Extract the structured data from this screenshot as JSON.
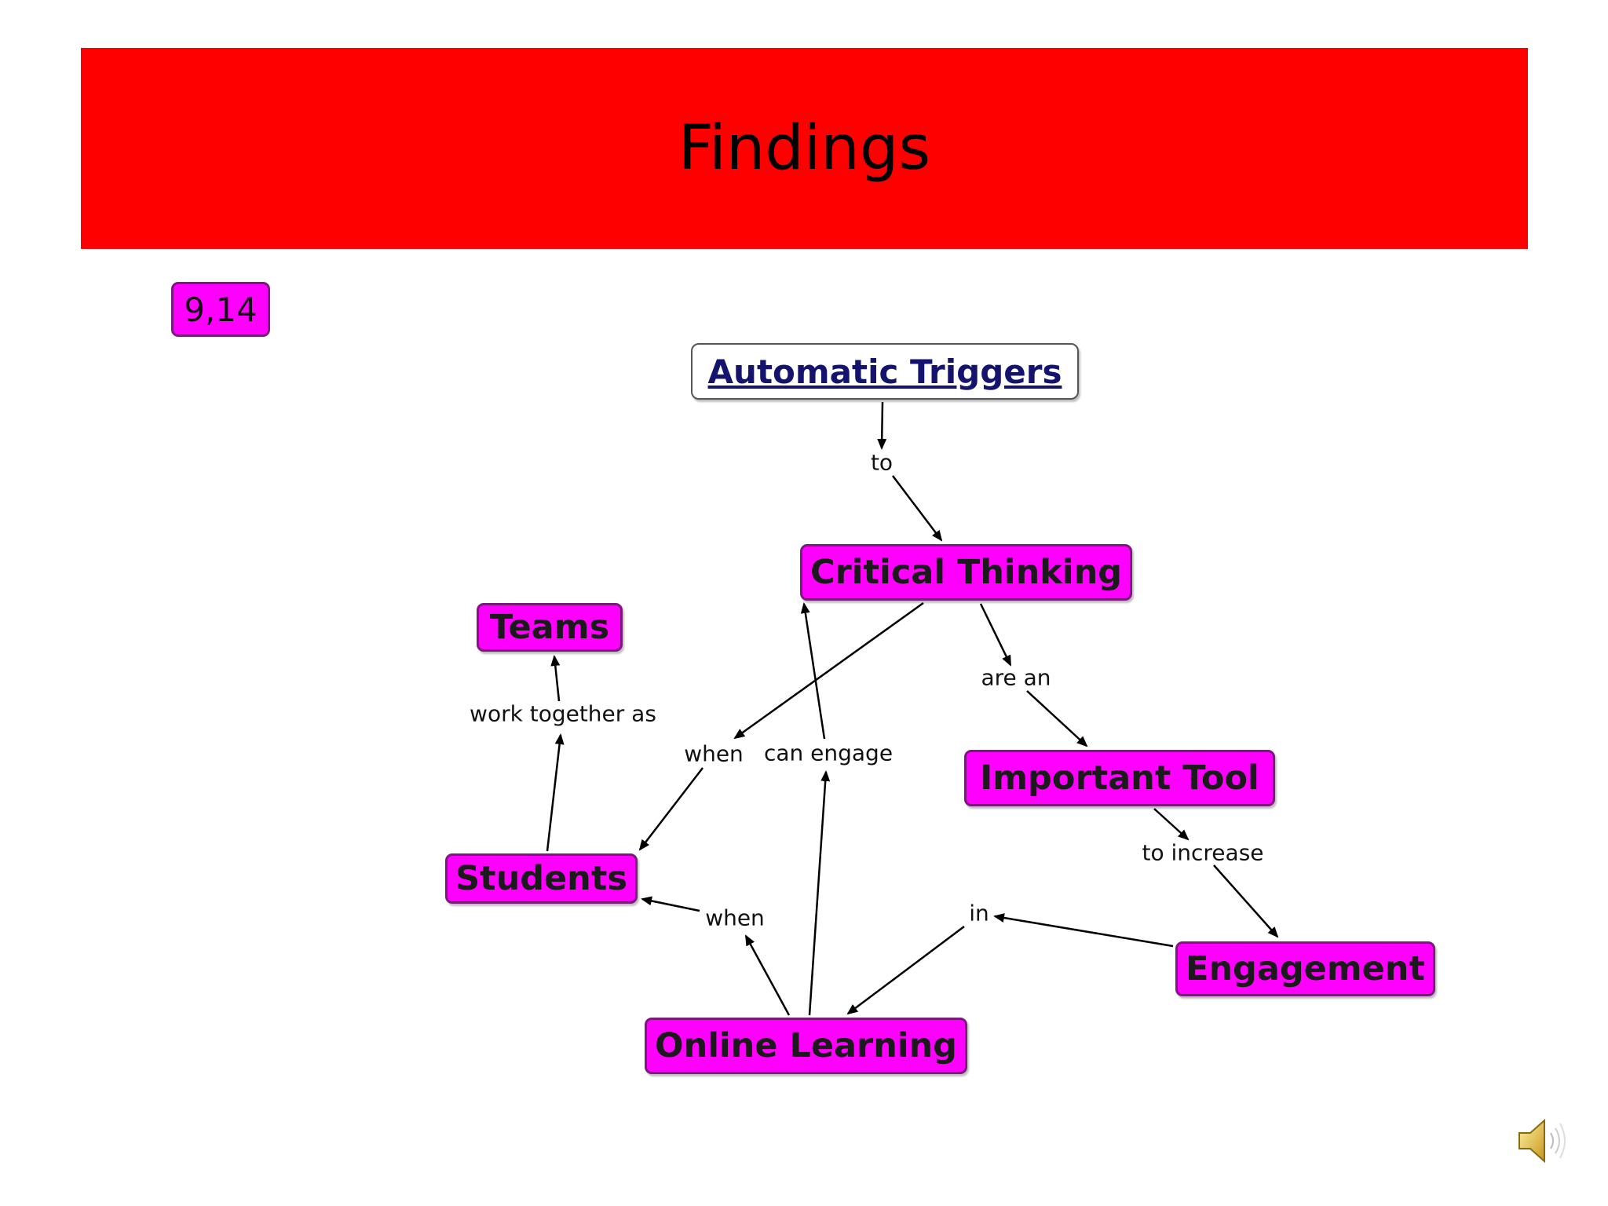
{
  "colors": {
    "banner": "#ff0000",
    "concept_fill": "#ff00ff",
    "root_fill": "#ffffff",
    "edge": "#000000"
  },
  "slide": {
    "title": "Findings",
    "page_ref": "9,14",
    "audio_icon": "speaker-icon"
  },
  "concepts": {
    "automatic_triggers": "Automatic Triggers",
    "critical_thinking": "Critical Thinking",
    "teams": "Teams",
    "important_tool": "Important Tool",
    "students": "Students",
    "engagement": "Engagement",
    "online_learning": "Online Learning"
  },
  "link_labels": {
    "to": "to",
    "are_an": "are an",
    "work_together_as": "work together as",
    "when_ct": "when",
    "can_engage": "can engage",
    "to_increase": "to increase",
    "when_ol": "when",
    "in": "in"
  },
  "edges": [
    {
      "from": "automatic_triggers",
      "via": "to",
      "to": "critical_thinking"
    },
    {
      "from": "critical_thinking",
      "via": "are_an",
      "to": "important_tool"
    },
    {
      "from": "critical_thinking",
      "via": "when_ct",
      "to": "students"
    },
    {
      "from": "students",
      "via": "work_together_as",
      "to": "teams"
    },
    {
      "from": "important_tool",
      "via": "to_increase",
      "to": "engagement"
    },
    {
      "from": "engagement",
      "via": "in",
      "to": "online_learning"
    },
    {
      "from": "online_learning",
      "via": "when_ol",
      "to": "students"
    },
    {
      "from": "online_learning",
      "via": "can_engage",
      "to": "critical_thinking"
    }
  ]
}
